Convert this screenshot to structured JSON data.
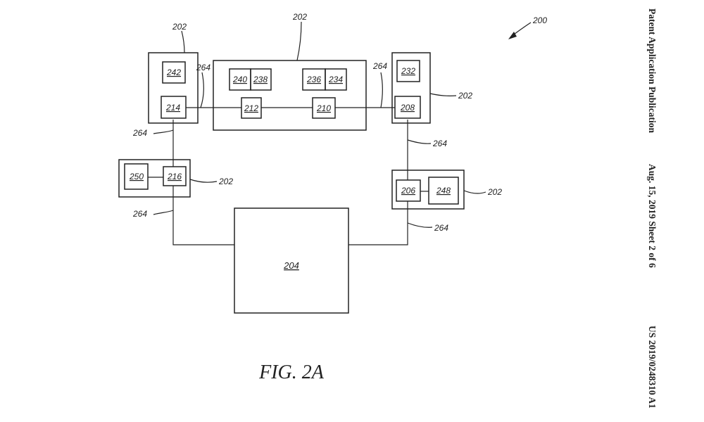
{
  "header": {
    "publication": "Patent Application Publication",
    "date_sheet": "Aug. 15, 2019  Sheet 2 of 6",
    "number": "US 2019/0248310 A1"
  },
  "figure": {
    "caption": "FIG. 2A",
    "ref_200": "200",
    "ref_202": "202",
    "ref_204": "204",
    "ref_264": "264",
    "blocks": {
      "b242": "242",
      "b214": "214",
      "b240": "240",
      "b238": "238",
      "b236": "236",
      "b234": "234",
      "b212": "212",
      "b210": "210",
      "b232": "232",
      "b208": "208",
      "b250": "250",
      "b216": "216",
      "b206": "206",
      "b248": "248"
    }
  }
}
